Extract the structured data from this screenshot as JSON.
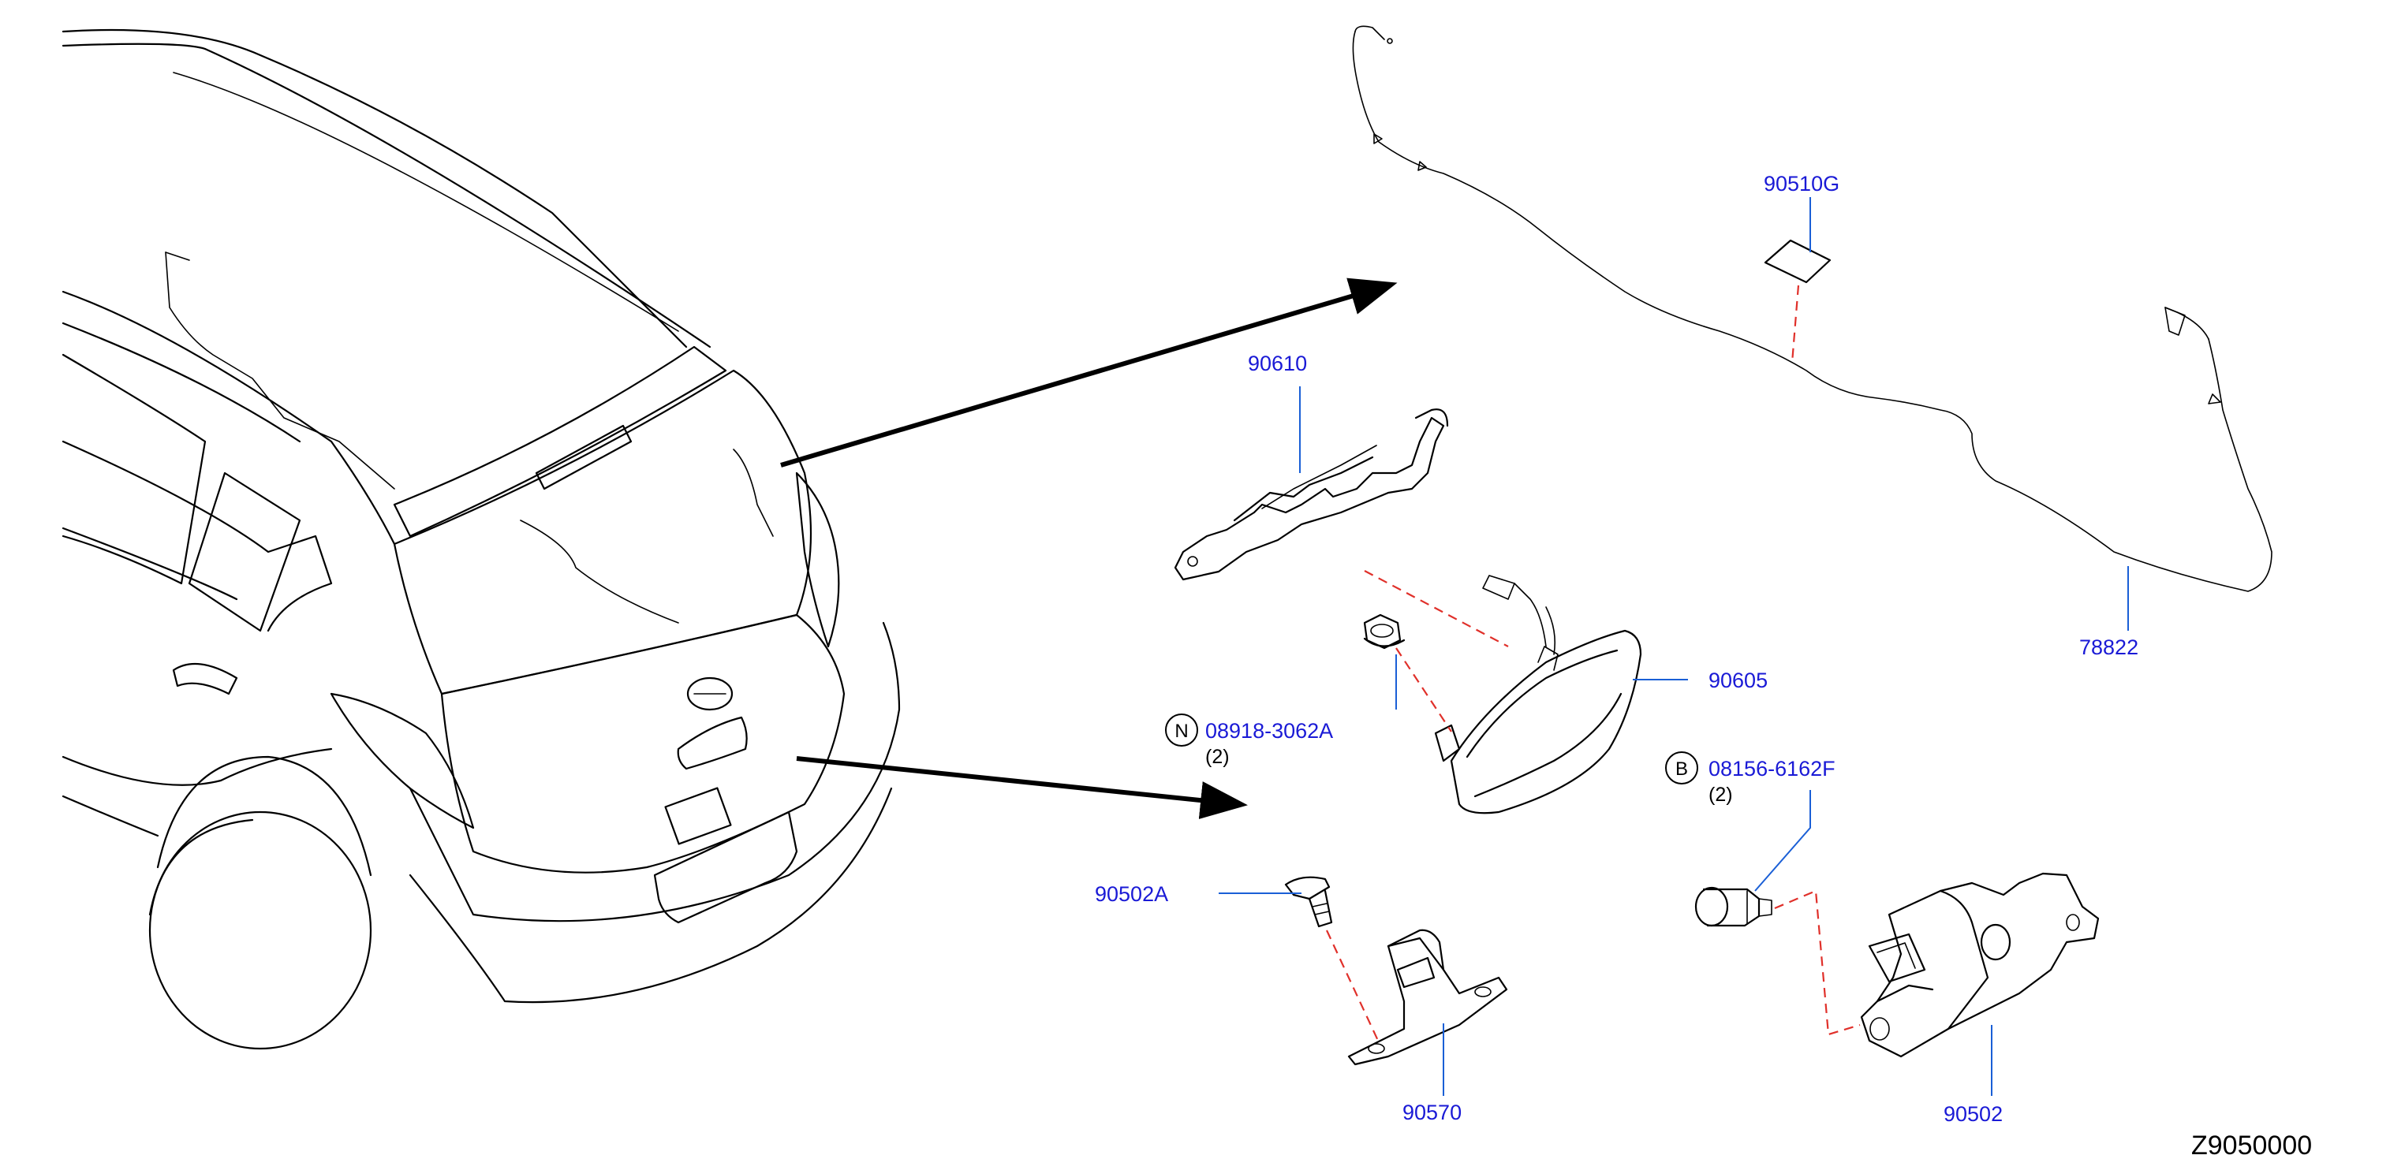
{
  "diagram": {
    "code": "Z9050000",
    "parts": {
      "p90510G": "90510G",
      "p90610": "90610",
      "p78822": "78822",
      "p90605": "90605",
      "p08918": "08918-3062A",
      "p08918_qty": "(2)",
      "p08918_badge": "N",
      "p08156": "08156-6162F",
      "p08156_qty": "(2)",
      "p08156_badge": "B",
      "p90502A": "90502A",
      "p90570": "90570",
      "p90502": "90502"
    },
    "colors": {
      "part_number": "#1a1ad6",
      "leader_line": "#1a5fd6",
      "dashed_guide": "#e0302a",
      "outline": "#000000"
    }
  }
}
